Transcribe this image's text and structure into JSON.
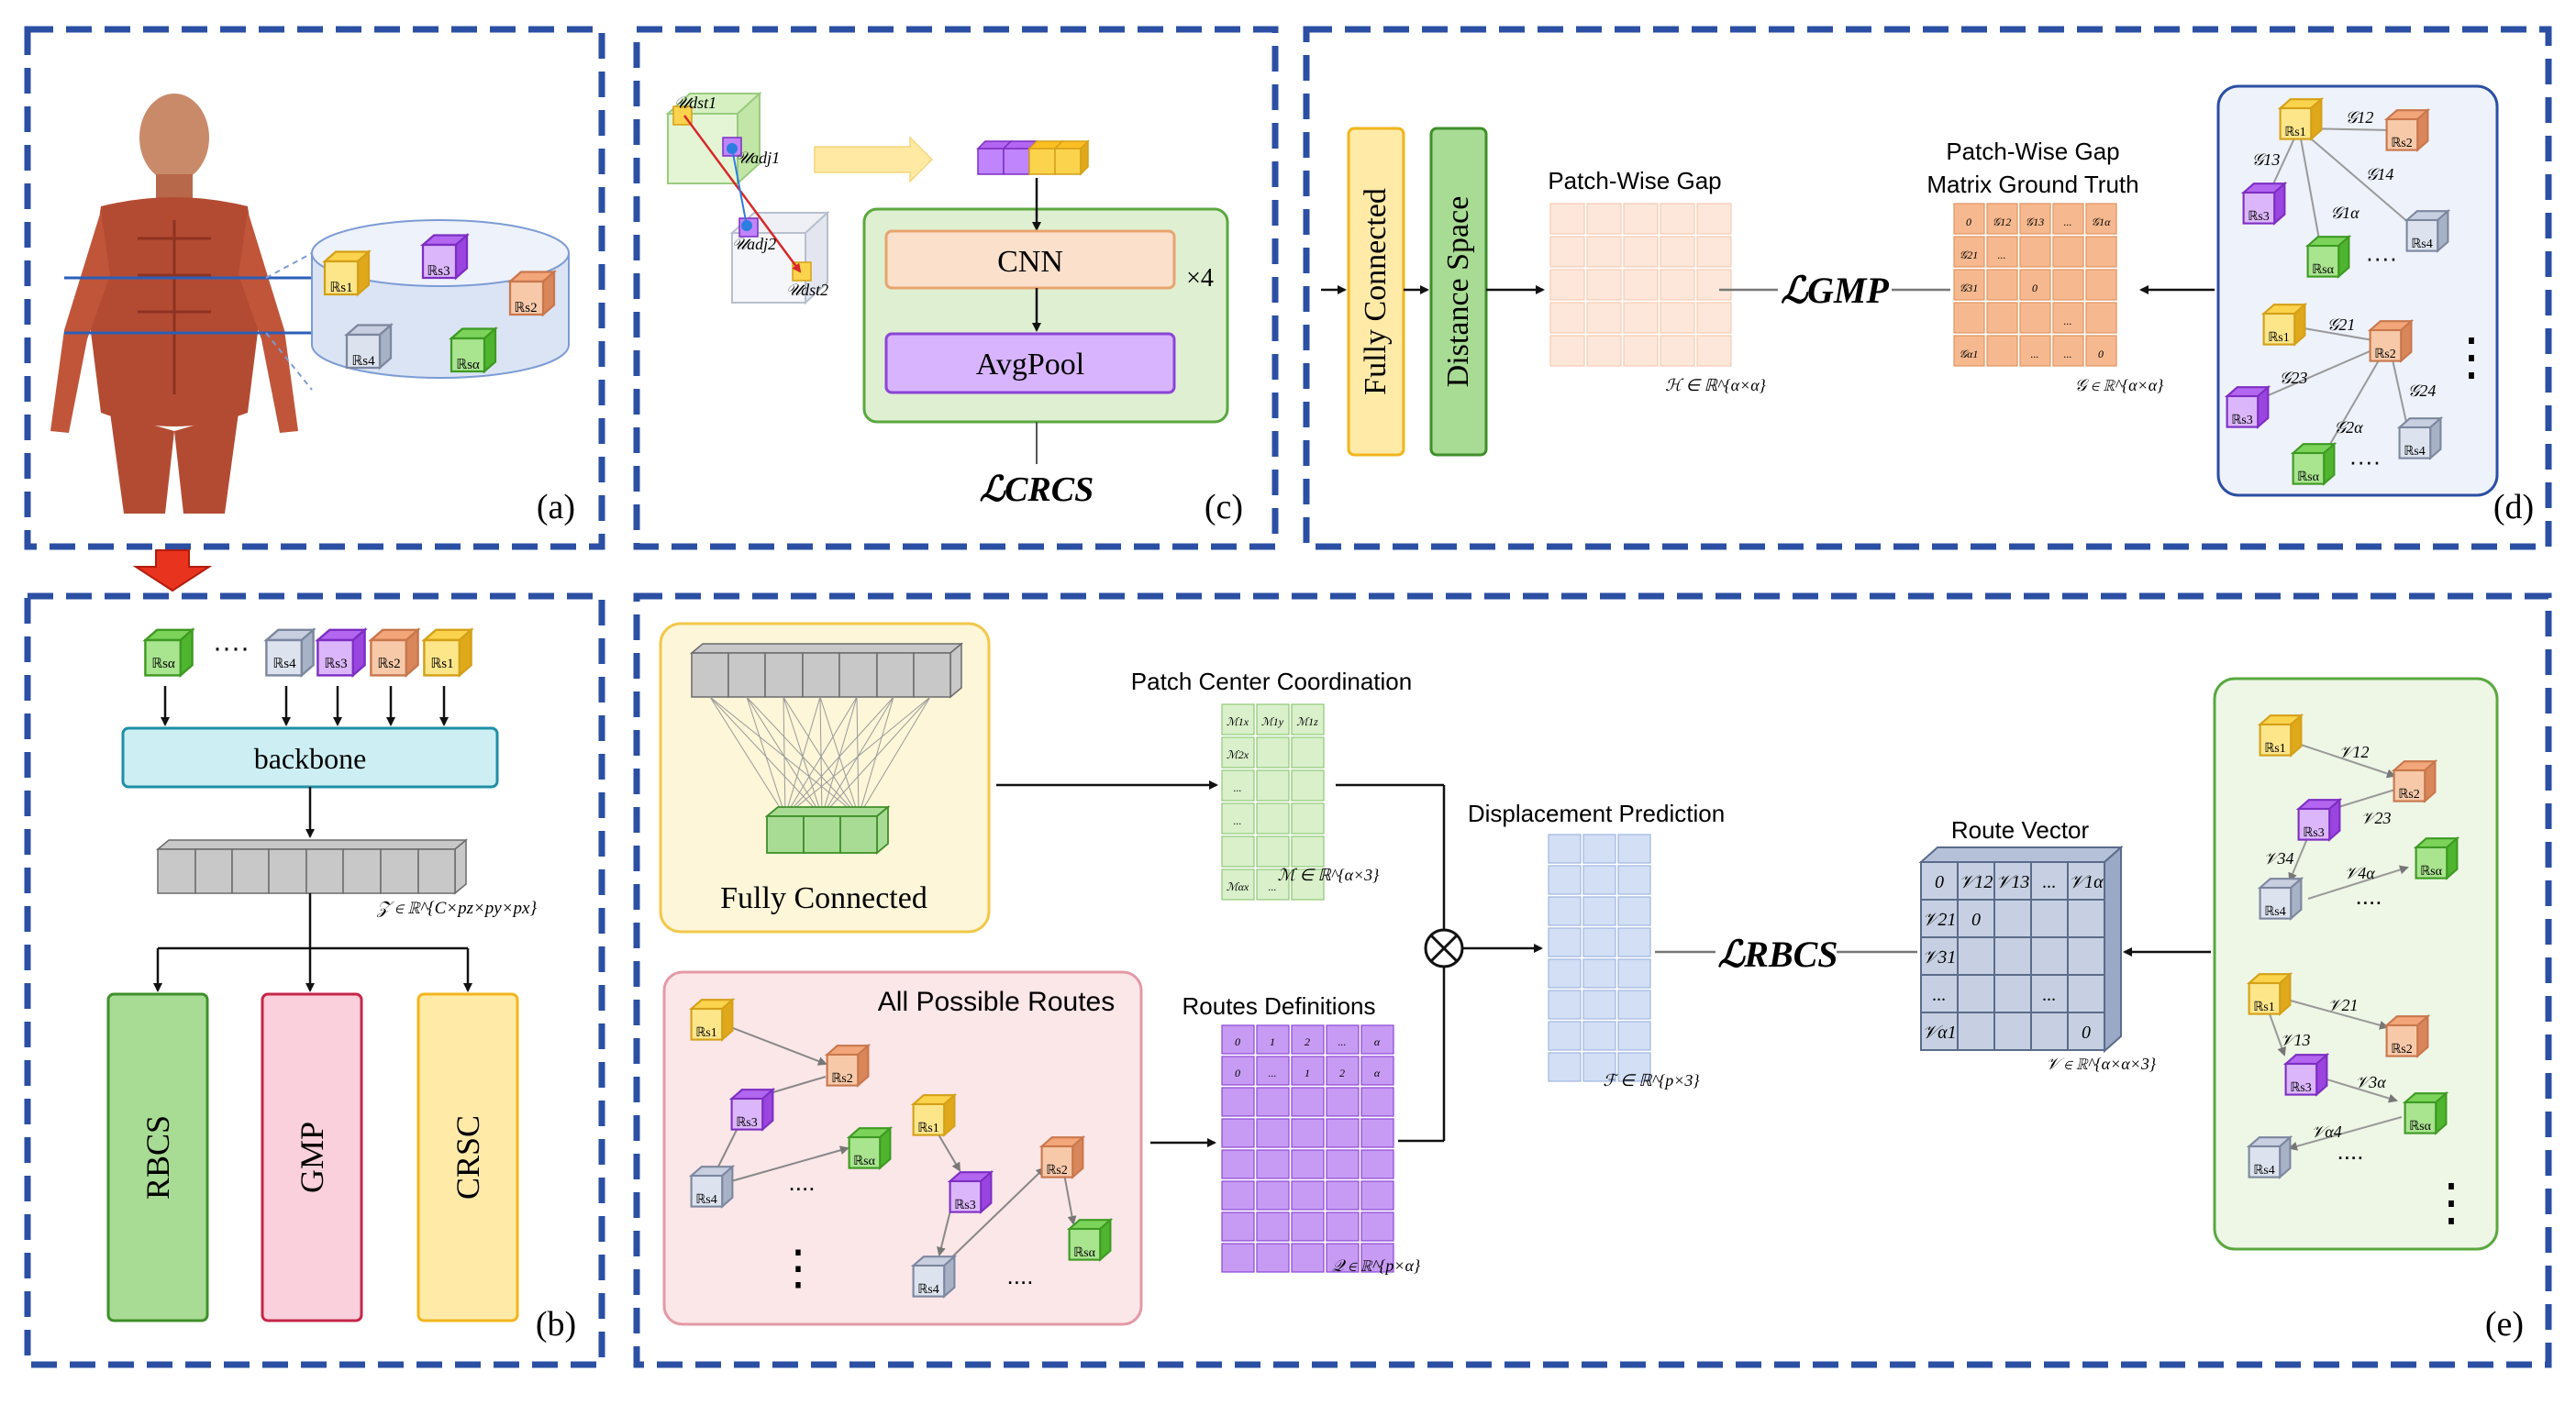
{
  "panels": {
    "a": "(a)",
    "b": "(b)",
    "c": "(c)",
    "d": "(d)",
    "e": "(e)"
  },
  "colors": {
    "dash_border": "#2b4fa3",
    "yellow": "#fde68a",
    "orange": "#f4b183",
    "purple": "#c084fc",
    "green": "#86d46b",
    "grey": "#b8c2d8",
    "blue_light": "#c9d7f2"
  },
  "cube_labels": {
    "s1": "ℝs1",
    "s2": "ℝs2",
    "s3": "ℝs3",
    "s4": "ℝs4",
    "sa": "ℝsα"
  },
  "panel_a": {
    "icon": "human-anatomy-icon"
  },
  "panel_b": {
    "ellipsis": "····",
    "backbone": "backbone",
    "z_label": "𝒵 ∈ ℝ^{C×pz×py×px}",
    "heads": [
      "RBCS",
      "GMP",
      "CRSC"
    ]
  },
  "panel_c": {
    "u_dst1": "𝒰dst1",
    "u_adj1": "𝒰adj1",
    "u_adj2": "𝒰adj2",
    "u_dst2": "𝒰dst2",
    "cnn": "CNN",
    "times4": "×4",
    "avgpool": "AvgPool",
    "loss": "ℒCRCS"
  },
  "panel_d": {
    "fully_connected": "Fully Connected",
    "distance_space": "Distance Space",
    "patch_gap_title": "Patch-Wise Gap",
    "h_label": "ℋ ∈ ℝ^{α×α}",
    "loss": "ℒGMP",
    "gt_title_1": "Patch-Wise Gap",
    "gt_title_2": "Matrix Ground Truth",
    "g_label": "𝒢 ∈ ℝ^{α×α}",
    "g_cells": [
      "0",
      "𝒢12",
      "𝒢13",
      "...",
      "𝒢1α",
      "𝒢21",
      "...",
      "𝒢31",
      "0",
      "...",
      "𝒢α1",
      "...",
      "...",
      "0"
    ],
    "graph_edges": [
      "𝒢12",
      "𝒢13",
      "𝒢14",
      "𝒢1α",
      "𝒢21",
      "𝒢23",
      "𝒢24",
      "𝒢2α"
    ],
    "dots": "····",
    "vdots": "⋮"
  },
  "panel_e": {
    "fully_connected": "Fully Connected",
    "pcc_title": "Patch Center Coordination",
    "m_cells": [
      "ℳ1x",
      "ℳ1y",
      "ℳ1z",
      "ℳ2x",
      "...",
      "...",
      "ℳαx",
      "..."
    ],
    "m_label": "ℳ ∈ ℝ^{α×3}",
    "all_routes": "All Possible Routes",
    "routes_def": "Routes Definitions",
    "q_row1": [
      "0",
      "1",
      "2",
      "...",
      "α"
    ],
    "q_row2": [
      "0",
      "...",
      "1",
      "2",
      "α"
    ],
    "q_label": "𝒬 ∈ ℝ^{p×α}",
    "disp_title": "Displacement Prediction",
    "f_label": "ℱ ∈ ℝ^{p×3}",
    "loss": "ℒRBCS",
    "route_vec": "Route Vector",
    "v_row1": [
      "0",
      "𝒱12",
      "𝒱13",
      "...",
      "𝒱1α"
    ],
    "v_col": [
      "𝒱21",
      "𝒱31",
      "...",
      "𝒱α1"
    ],
    "v_zero2": "0",
    "v_dots": "...",
    "v_zero_last": "0",
    "v_label": "𝒱 ∈ ℝ^{α×α×3}",
    "graph_edges": [
      "𝒱12",
      "𝒱23",
      "𝒱34",
      "𝒱4α",
      "𝒱21",
      "𝒱13",
      "𝒱3α",
      "𝒱α4"
    ],
    "dots": "....",
    "vdots": "⋮"
  }
}
